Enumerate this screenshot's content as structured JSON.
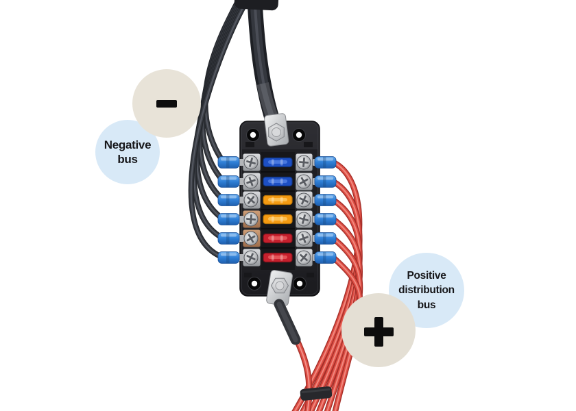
{
  "scene": {
    "background": "#ffffff"
  },
  "annotations": {
    "negative_bus": {
      "lines": [
        "Negative",
        "bus"
      ],
      "symbol": "-",
      "label_bg": "#d8e9f7",
      "symbol_bg": "#e8e3d8",
      "text_color": "#17171a"
    },
    "positive_bus": {
      "lines": [
        "Positive",
        "distribution",
        "bus"
      ],
      "symbol": "+",
      "label_bg": "#d8e9f7",
      "symbol_bg": "#e4dfd4",
      "text_color": "#17171a"
    }
  },
  "fuse_block": {
    "rows": [
      {
        "position": 1,
        "fuse_color": "blue"
      },
      {
        "position": 2,
        "fuse_color": "blue"
      },
      {
        "position": 3,
        "fuse_color": "orange"
      },
      {
        "position": 4,
        "fuse_color": "orange"
      },
      {
        "position": 5,
        "fuse_color": "red"
      },
      {
        "position": 6,
        "fuse_color": "red"
      }
    ],
    "negative_wires": 6,
    "positive_wires": 6,
    "colors": {
      "negative_wire": "#3a3d44",
      "positive_wire": "#df4f45",
      "connector": "#3b87db",
      "fuse_blue": "#1d4fc4",
      "fuse_orange": "#f59b12",
      "fuse_red": "#c6202d",
      "body": "#232327"
    }
  }
}
